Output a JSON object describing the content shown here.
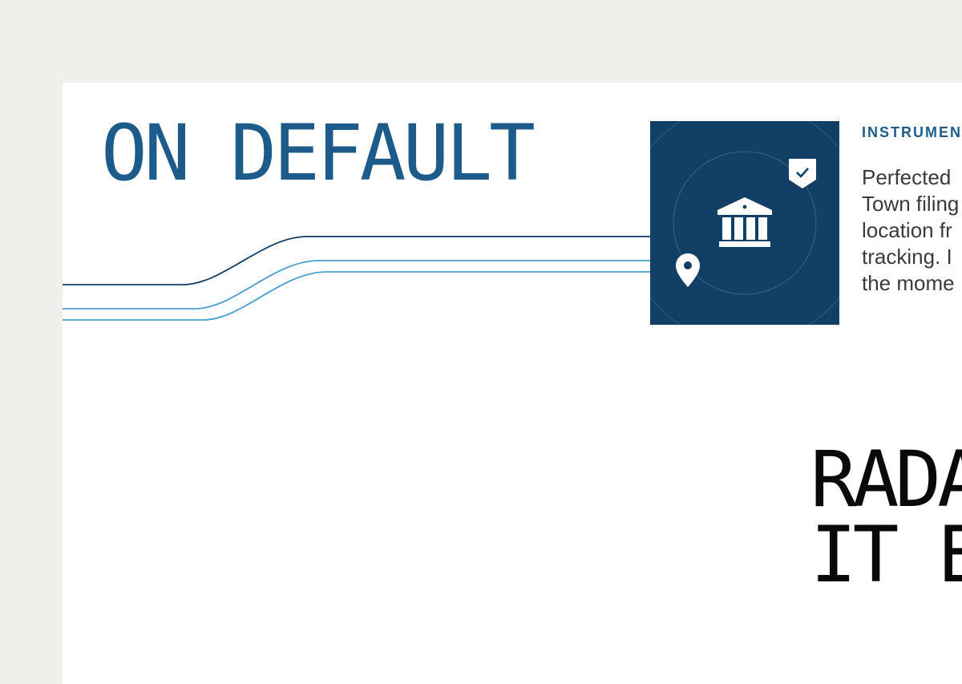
{
  "headline": "ON DEFAULT",
  "feature": {
    "eyebrow": "INSTRUMENT",
    "body_lines": [
      "Perfected",
      "Town filing",
      "location fr",
      "tracking. I",
      "the mome"
    ],
    "icons": [
      "bank-icon",
      "shield-check-icon",
      "location-pin-icon"
    ]
  },
  "statement": {
    "line1": "RADAR HAN",
    "line2": "IT END TO"
  },
  "colors": {
    "page_background": "#f1efeb",
    "card_background": "#ffffff",
    "brand_blue": "#1d5c8a",
    "tile_navy": "#123f66",
    "line_dark": "#123f66",
    "line_light": "#4a9fd0",
    "statement_text": "#0a0a0a"
  }
}
